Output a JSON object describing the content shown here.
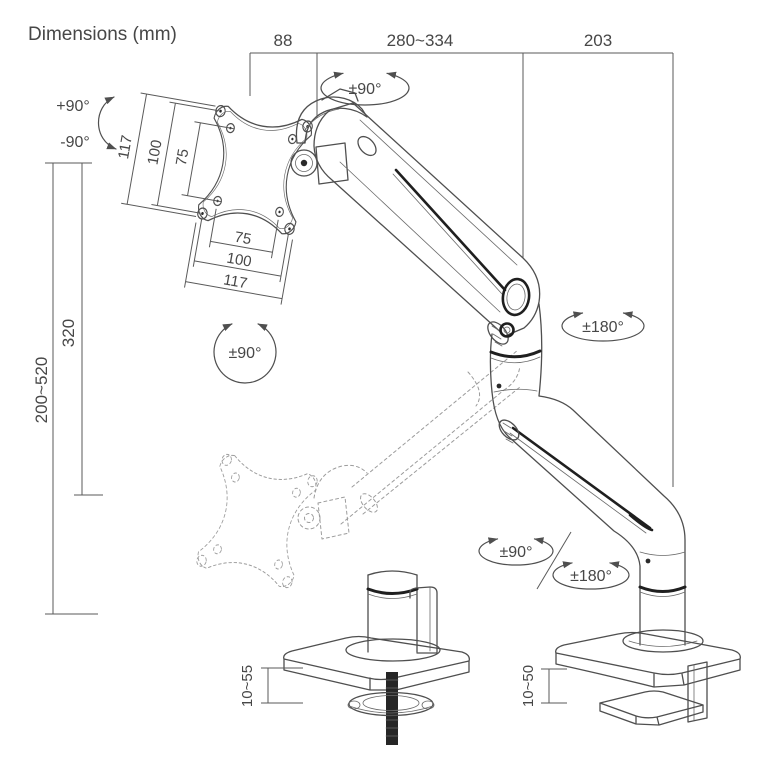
{
  "title": "Dimensions (mm)",
  "colors": {
    "line": "#4f4f4f",
    "dark_accent": "#1f1f1f",
    "ghost": "#9c9c9c",
    "text": "#474747",
    "background": "#ffffff"
  },
  "dimensions": {
    "top": {
      "head_offset": "88",
      "arm_reach": "280~334",
      "rear_offset": "203"
    },
    "height": {
      "column": "320",
      "range": "200~520"
    },
    "vesa_left": {
      "outer": "117",
      "mid": "100",
      "inner": "75"
    },
    "vesa_bottom": {
      "inner": "75",
      "mid": "100",
      "outer": "117"
    },
    "grommet_thickness": "10~55",
    "clamp_thickness": "10~50"
  },
  "rotations": {
    "tilt_up": "+90°",
    "tilt_down": "-90°",
    "head_swivel": "±90°",
    "plate_rotate": "±90°",
    "elbow_swivel": "±180°",
    "base_swivel_90": "±90°",
    "base_swivel_180": "±180°"
  }
}
